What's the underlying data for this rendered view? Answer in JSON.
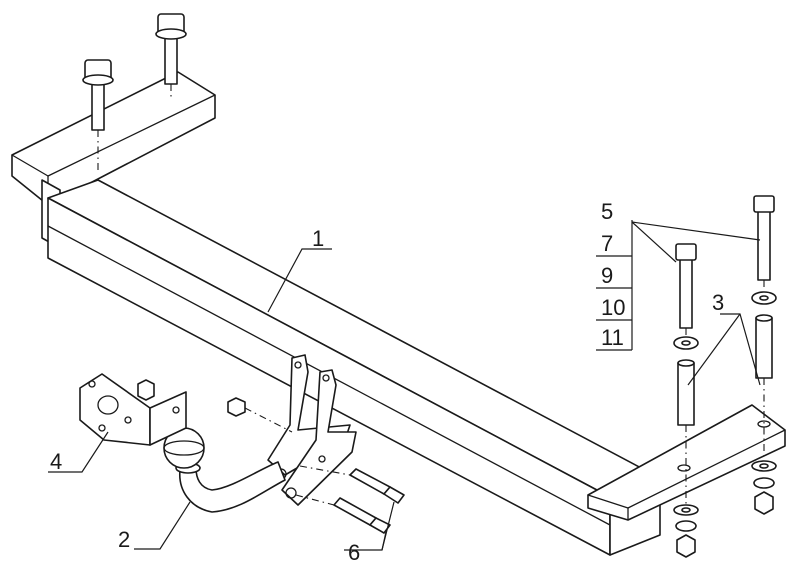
{
  "callouts": {
    "c1": "1",
    "c2": "2",
    "c3": "3",
    "c4": "4",
    "c5": "5",
    "c6": "6",
    "variants": [
      "7",
      "9",
      "10",
      "11"
    ]
  }
}
